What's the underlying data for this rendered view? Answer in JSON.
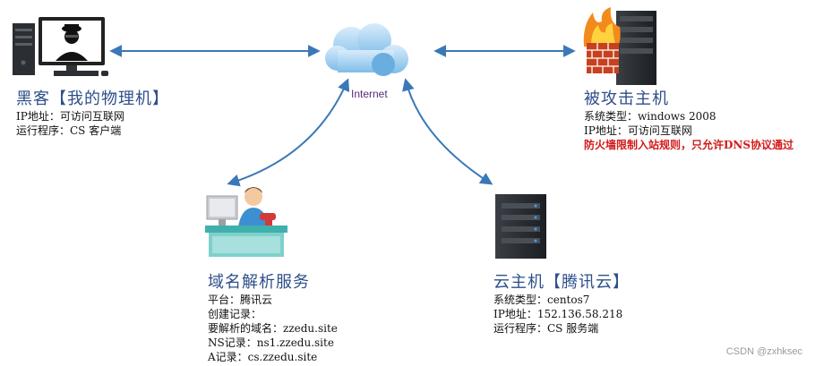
{
  "cloud": {
    "label": "Internet"
  },
  "hacker": {
    "title": "黑客【我的物理机】",
    "lines": [
      "IP地址：可访问互联网",
      "运行程序：CS 客户端"
    ]
  },
  "target": {
    "title": "被攻击主机",
    "lines": [
      "系统类型：windows 2008",
      "IP地址：可访问互联网"
    ],
    "warning": "防火墙限制入站规则，只允许DNS协议通过"
  },
  "dns": {
    "title": "域名解析服务",
    "lines": [
      "平台：腾讯云",
      "创建记录：",
      "要解析的域名：zzedu.site",
      "NS记录：ns1.zzedu.site",
      "A记录：cs.zzedu.site"
    ]
  },
  "cloudhost": {
    "title": "云主机【腾讯云】",
    "lines": [
      "系统类型：centos7",
      "IP地址：152.136.58.218",
      "运行程序：CS 服务端"
    ]
  },
  "watermark": "CSDN @zxhksec",
  "colors": {
    "arrow": "#3a78b8",
    "title": "#2e4f8a",
    "warning": "#d21a1a"
  },
  "icons": [
    "hacker-computer-icon",
    "internet-cloud-icon",
    "firewall-server-icon",
    "dns-service-desk-icon",
    "cloud-server-icon"
  ]
}
